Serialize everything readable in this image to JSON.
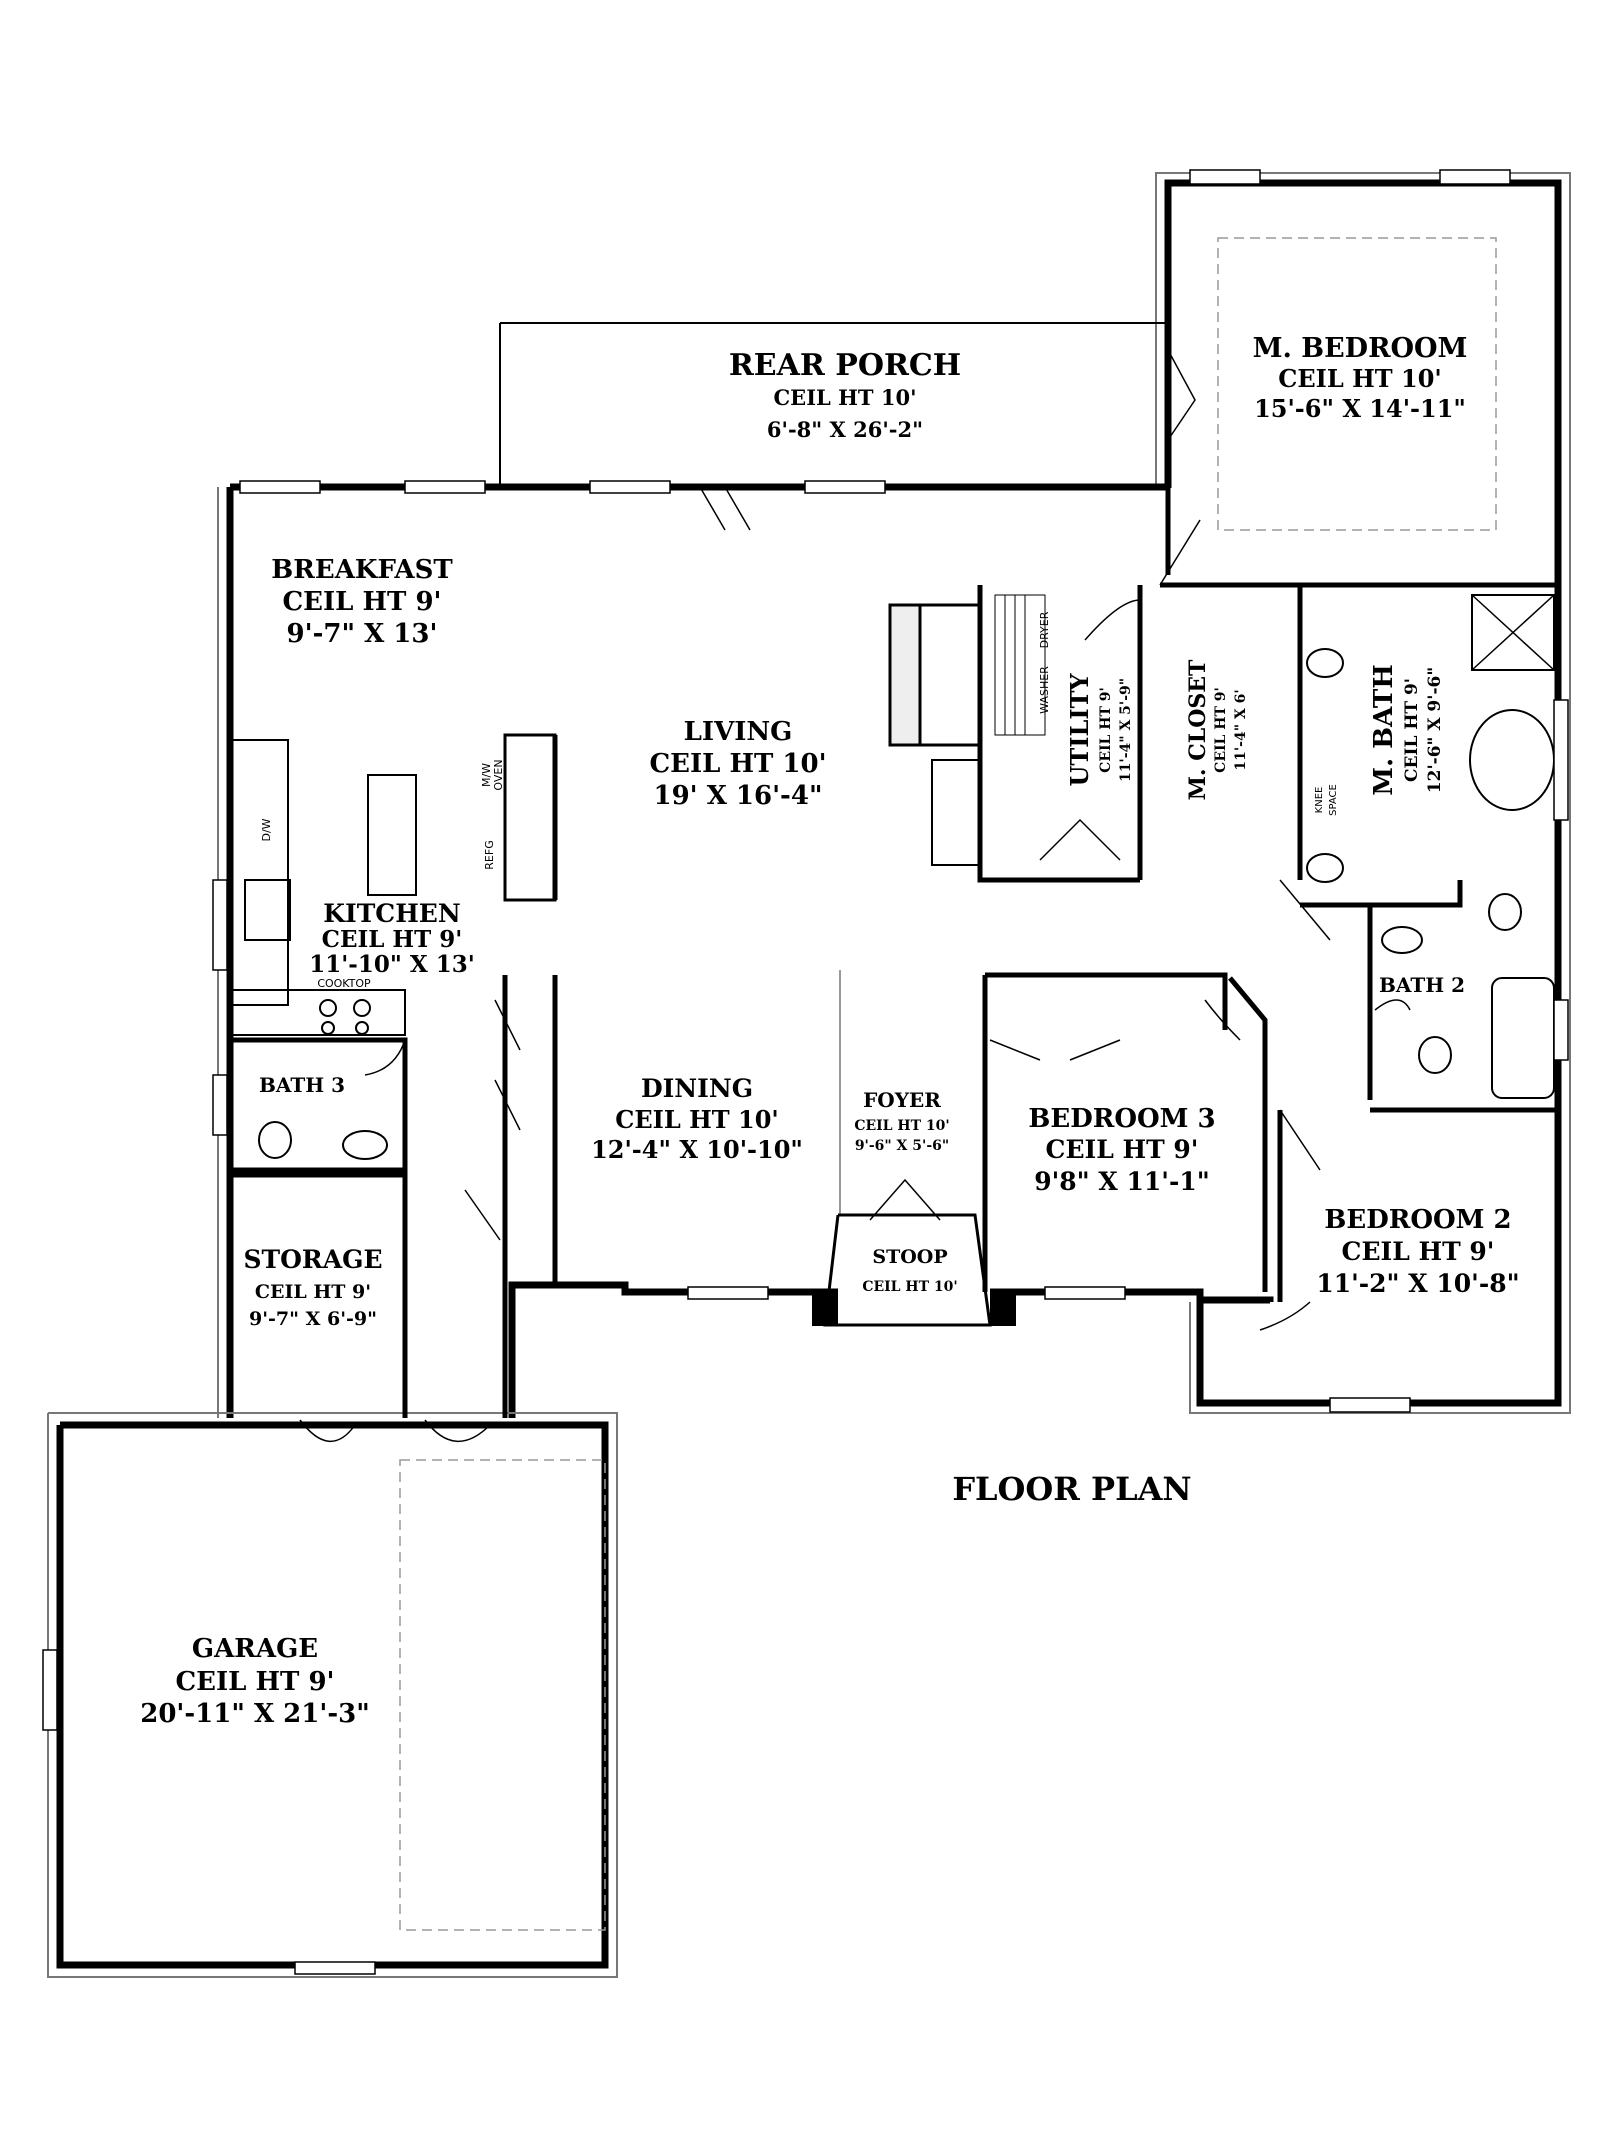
{
  "title": "FLOOR PLAN",
  "rooms": {
    "rear_porch": {
      "name": "REAR PORCH",
      "ceil": "CEIL HT 10'",
      "dims": "6'-8\" X 26'-2\""
    },
    "master_bedroom": {
      "name": "M. BEDROOM",
      "ceil": "CEIL HT 10'",
      "dims": "15'-6\" X 14'-11\""
    },
    "breakfast": {
      "name": "BREAKFAST",
      "ceil": "CEIL HT 9'",
      "dims": "9'-7\" X 13'"
    },
    "living": {
      "name": "LIVING",
      "ceil": "CEIL HT 10'",
      "dims": "19' X 16'-4\""
    },
    "utility": {
      "name": "UTILITY",
      "ceil": "CEIL HT 9'",
      "dims": "11'-4\" X 5'-9\""
    },
    "master_closet": {
      "name": "M. CLOSET",
      "ceil": "CEIL HT 9'",
      "dims": "11'-4\" X 6'"
    },
    "master_bath": {
      "name": "M. BATH",
      "ceil": "CEIL HT 9'",
      "dims": "12'-6\" X 9'-6\""
    },
    "kitchen": {
      "name": "KITCHEN",
      "ceil": "CEIL HT 9'",
      "dims": "11'-10\" X 13'"
    },
    "bath3": {
      "name": "BATH 3"
    },
    "bath2": {
      "name": "BATH 2"
    },
    "dining": {
      "name": "DINING",
      "ceil": "CEIL HT 10'",
      "dims": "12'-4\" X 10'-10\""
    },
    "foyer": {
      "name": "FOYER",
      "ceil": "CEIL HT 10'",
      "dims": "9'-6\" X 5'-6\""
    },
    "bedroom3": {
      "name": "BEDROOM 3",
      "ceil": "CEIL HT 9'",
      "dims": "9'8\" X 11'-1\""
    },
    "bedroom2": {
      "name": "BEDROOM 2",
      "ceil": "CEIL HT 9'",
      "dims": "11'-2\" X 10'-8\""
    },
    "stoop": {
      "name": "STOOP",
      "ceil": "CEIL HT 10'"
    },
    "storage": {
      "name": "STORAGE",
      "ceil": "CEIL HT 9'",
      "dims": "9'-7\" X 6'-9\""
    },
    "garage": {
      "name": "GARAGE",
      "ceil": "CEIL HT 9'",
      "dims": "20'-11\" X 21'-3\""
    }
  },
  "fixtures": {
    "dryer": "DRYER",
    "washer": "WASHER",
    "dw": "D/W",
    "mw_oven": "M/W",
    "oven": "OVEN",
    "refg": "REFG",
    "cooktop": "COOKTOP",
    "knee": "KNEE",
    "space": "SPACE"
  }
}
